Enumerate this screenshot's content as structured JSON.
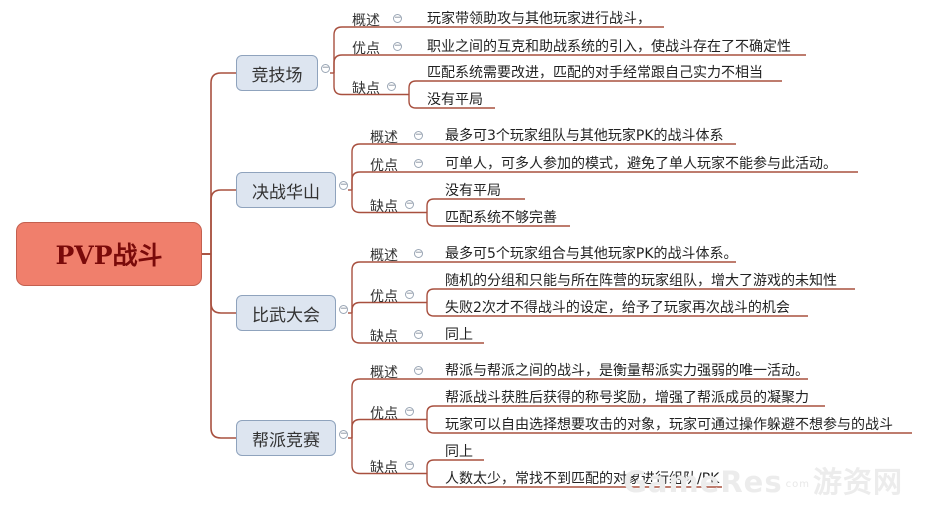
{
  "root": {
    "title": "PVP战斗"
  },
  "branches": [
    {
      "name": "竞技场",
      "sections": [
        {
          "label": "概述",
          "items": [
            "玩家带领助攻与其他玩家进行战斗，"
          ]
        },
        {
          "label": "优点",
          "items": [
            "职业之间的互克和助战系统的引入，使战斗存在了不确定性"
          ]
        },
        {
          "label": "缺点",
          "items": [
            "匹配系统需要改进，匹配的对手经常跟自己实力不相当",
            "没有平局"
          ]
        }
      ]
    },
    {
      "name": "决战华山",
      "sections": [
        {
          "label": "概述",
          "items": [
            "最多可3个玩家组队与其他玩家PK的战斗体系"
          ]
        },
        {
          "label": "优点",
          "items": [
            "可单人，可多人参加的模式，避免了单人玩家不能参与此活动。"
          ]
        },
        {
          "label": "缺点",
          "items": [
            "没有平局",
            "匹配系统不够完善"
          ]
        }
      ]
    },
    {
      "name": "比武大会",
      "sections": [
        {
          "label": "概述",
          "items": [
            "最多可5个玩家组合与其他玩家PK的战斗体系。"
          ]
        },
        {
          "label": "优点",
          "items": [
            "随机的分组和只能与所在阵营的玩家组队，增大了游戏的未知性",
            "失败2次才不得战斗的设定，给予了玩家再次战斗的机会"
          ]
        },
        {
          "label": "缺点",
          "items": [
            "同上"
          ]
        }
      ]
    },
    {
      "name": "帮派竞赛",
      "sections": [
        {
          "label": "概述",
          "items": [
            "帮派与帮派之间的战斗，是衡量帮派实力强弱的唯一活动。"
          ]
        },
        {
          "label": "优点",
          "items": [
            "帮派战斗获胜后获得的称号奖励，增强了帮派成员的凝聚力",
            "玩家可以自由选择想要攻击的对象，玩家可通过操作躲避不想参与的战斗"
          ]
        },
        {
          "label": "缺点",
          "items": [
            "同上",
            "人数太少，常找不到匹配的对象进行组队/PK"
          ]
        }
      ]
    }
  ],
  "watermark": {
    "text": "GameRes",
    "sub": "游资网",
    "small": "com"
  },
  "colors": {
    "root_fill": "#f07f6c",
    "branch_fill": "#dde5f0",
    "connector": "#a8503f",
    "underline": "#9a4a3a"
  }
}
